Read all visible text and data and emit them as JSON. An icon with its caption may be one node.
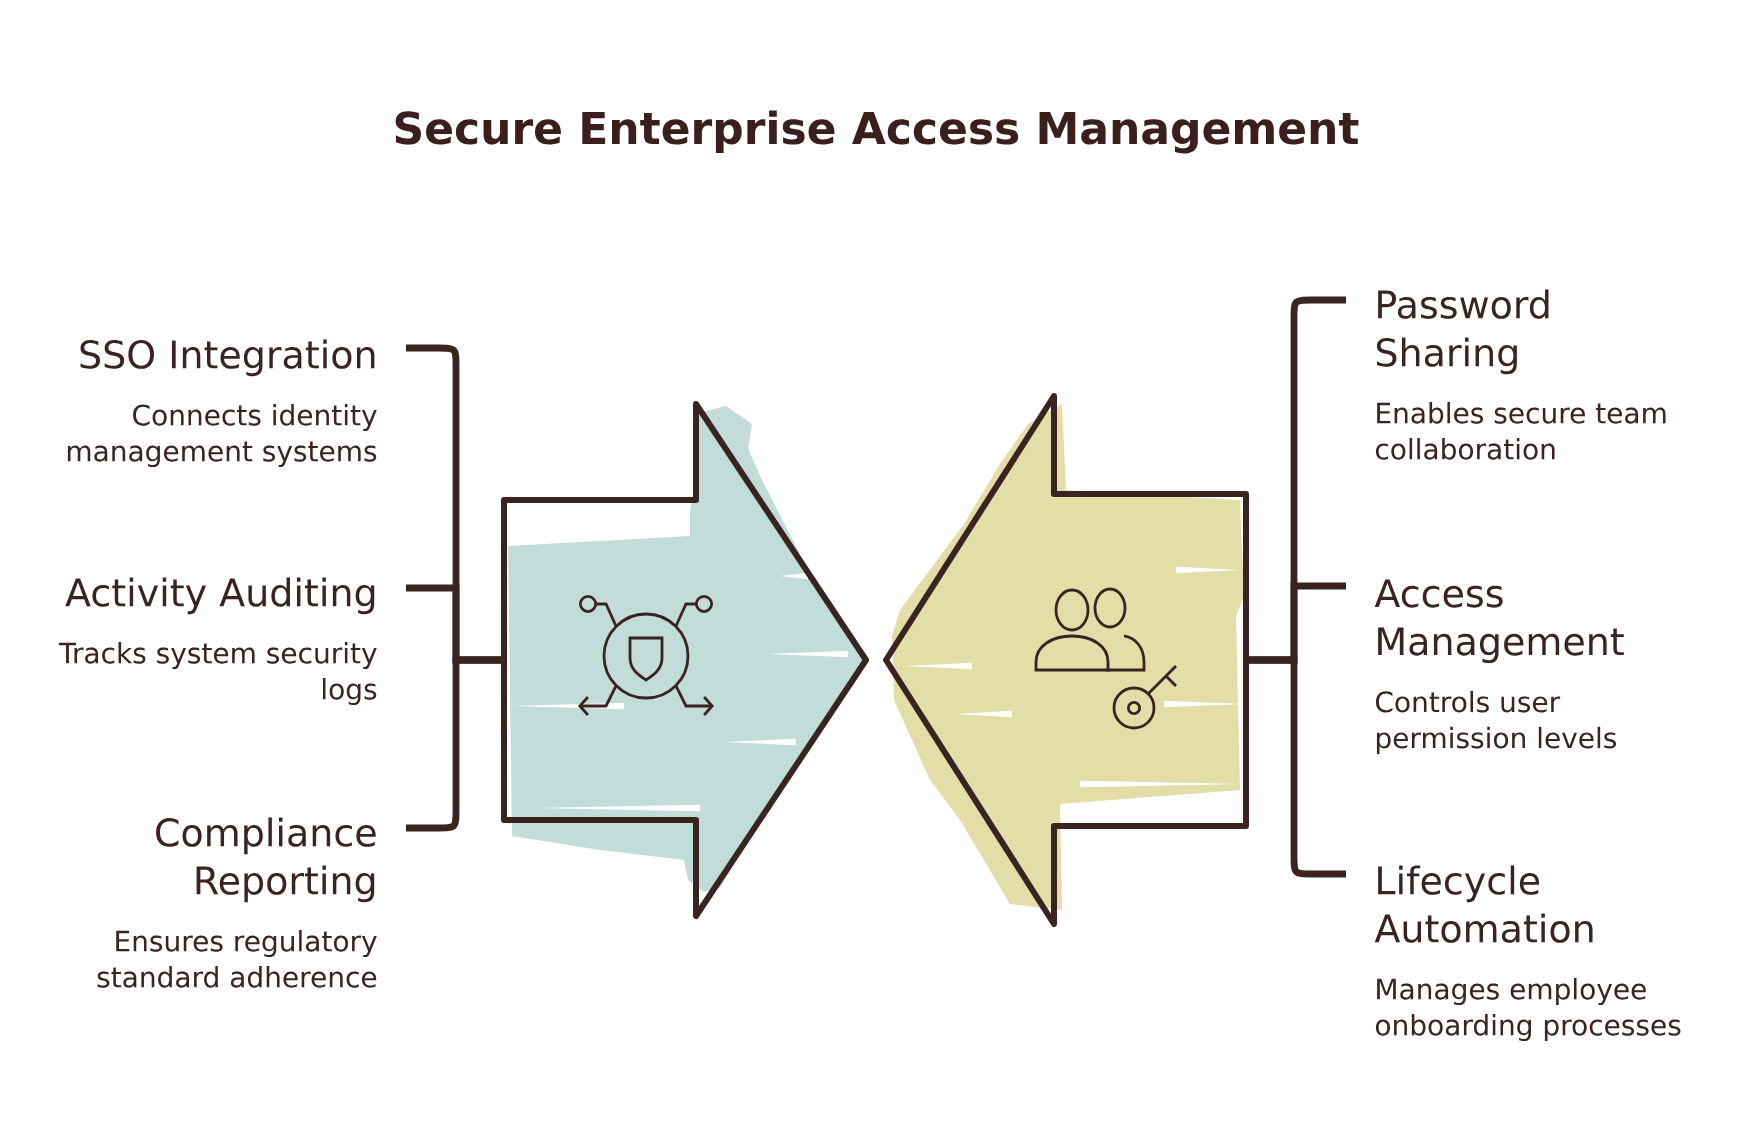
{
  "diagram": {
    "title": "Secure Enterprise Access Management",
    "nodes": [
      {
        "text": [],
        "shape": "arrow"
      },
      {
        "text": [],
        "shape": "arrow"
      },
      {
        "text": [
          "SSO Integration",
          "Connects identity management systems"
        ]
      },
      {
        "text": [
          "Activity Auditing",
          "Tracks system security logs"
        ]
      },
      {
        "text": [
          "Compliance Reporting",
          "Ensures regulatory standard adherence"
        ]
      },
      {
        "text": [
          "Password Sharing",
          "Enables secure team collaboration"
        ]
      },
      {
        "text": [
          "Access Management",
          "Controls user permission levels"
        ]
      },
      {
        "text": [
          "Lifecycle Automation",
          "Manages employee onboarding processes"
        ]
      }
    ],
    "edges": [
      {
        "from": 0,
        "to": 2,
        "arrow": "none"
      },
      {
        "from": 0,
        "to": 3,
        "arrow": "none"
      },
      {
        "from": 0,
        "to": 4,
        "arrow": "none"
      },
      {
        "from": 1,
        "to": 5,
        "arrow": "none"
      },
      {
        "from": 1,
        "to": 6,
        "arrow": "none"
      },
      {
        "from": 1,
        "to": 7,
        "arrow": "none"
      }
    ]
  }
}
